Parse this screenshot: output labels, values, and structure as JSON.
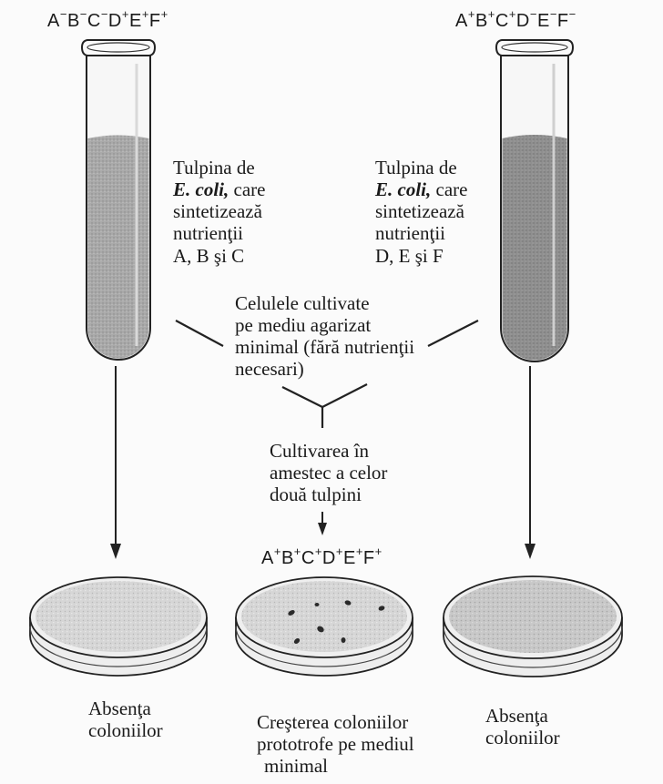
{
  "genotypes": {
    "left_strain": [
      {
        "letter": "A",
        "sign": "−"
      },
      {
        "letter": "B",
        "sign": "−"
      },
      {
        "letter": "C",
        "sign": "−"
      },
      {
        "letter": "D",
        "sign": "+"
      },
      {
        "letter": "E",
        "sign": "+"
      },
      {
        "letter": "F",
        "sign": "+"
      }
    ],
    "right_strain": [
      {
        "letter": "A",
        "sign": "+"
      },
      {
        "letter": "B",
        "sign": "+"
      },
      {
        "letter": "C",
        "sign": "+"
      },
      {
        "letter": "D",
        "sign": "−"
      },
      {
        "letter": "E",
        "sign": "−"
      },
      {
        "letter": "F",
        "sign": "−"
      }
    ],
    "mixed_result": [
      {
        "letter": "A",
        "sign": "+"
      },
      {
        "letter": "B",
        "sign": "+"
      },
      {
        "letter": "C",
        "sign": "+"
      },
      {
        "letter": "D",
        "sign": "+"
      },
      {
        "letter": "E",
        "sign": "+"
      },
      {
        "letter": "F",
        "sign": "+"
      }
    ]
  },
  "labels": {
    "left_strain": {
      "line1": "Tulpina de",
      "line2_italic": "E. coli,",
      "line2_rest": " care",
      "line3": "sintetizează",
      "line4": "nutrienţii",
      "line5": "A, B şi C"
    },
    "right_strain": {
      "line1": "Tulpina de",
      "line2_italic": "E. coli,",
      "line2_rest": " care",
      "line3": "sintetizează",
      "line4": "nutrienţii",
      "line5": "D, E şi F"
    },
    "minimal_medium": [
      "Celulele cultivate",
      "pe mediu agarizat",
      "minimal (fără nutrienţii",
      "necesari)"
    ],
    "mixed_culture": [
      "Cultivarea în",
      "amestec a celor",
      "două tulpini"
    ],
    "left_result": [
      "Absenţa",
      "coloniilor"
    ],
    "right_result": [
      "Absenţa",
      "coloniilor"
    ],
    "center_result": [
      "Creşterea coloniilor",
      "prototrofe pe mediul",
      "minimal"
    ]
  }
}
